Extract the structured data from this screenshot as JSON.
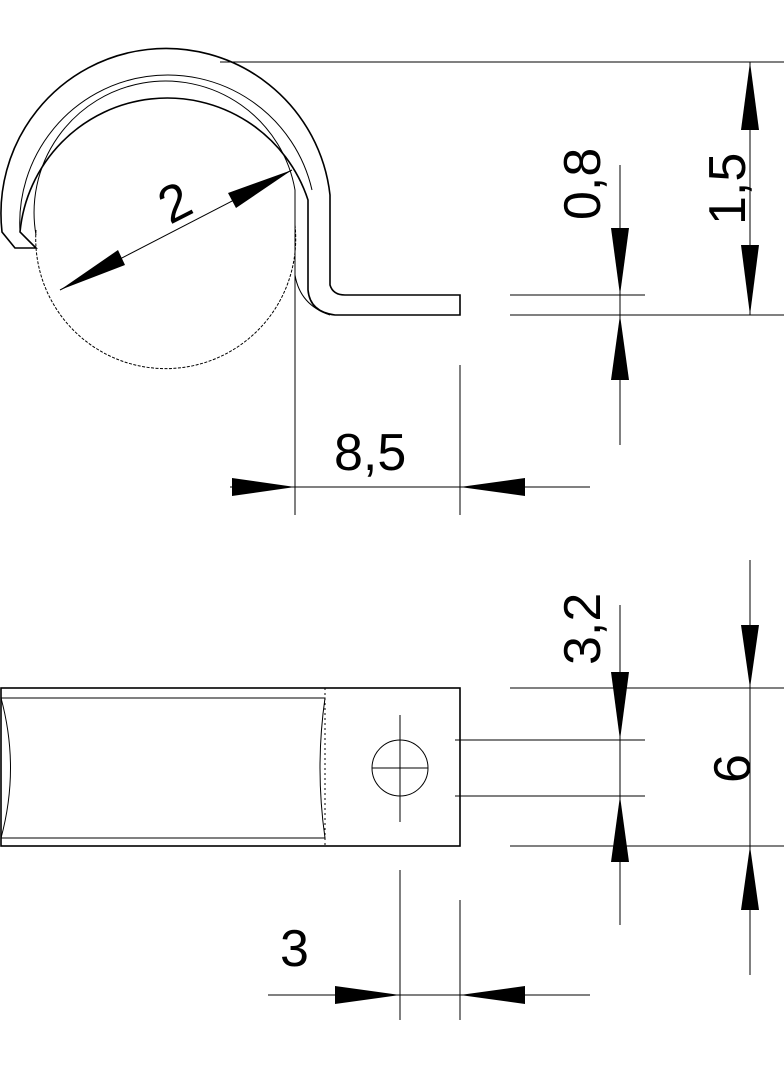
{
  "dimensions": {
    "pipe_diameter": "2",
    "material_thickness": "0,8",
    "clip_height": "1,5",
    "foot_length": "8,5",
    "hole_diameter": "3,2",
    "band_width": "6",
    "hole_edge_distance": "3"
  },
  "colors": {
    "line": "#000000",
    "background": "#ffffff"
  }
}
